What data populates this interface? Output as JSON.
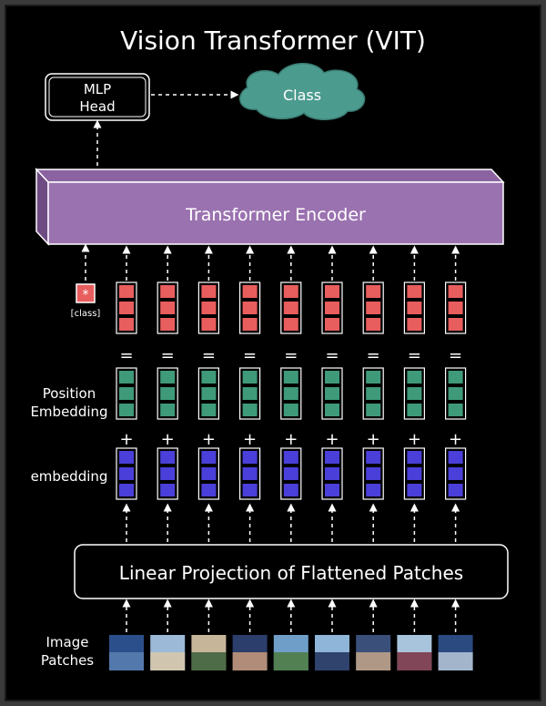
{
  "title": "Vision Transformer (VIT)",
  "mlp_head": {
    "line1": "MLP",
    "line2": "Head"
  },
  "class_cloud": "Class",
  "encoder": "Transformer Encoder",
  "class_token_label": "[class]",
  "class_token_symbol": "*",
  "row_labels": {
    "position_line1": "Position",
    "position_line2": "Embedding",
    "embedding": "embedding",
    "image_line1": "Image",
    "image_line2": "Patches"
  },
  "operators": {
    "equals": "=",
    "plus": "+"
  },
  "projection": "Linear Projection of Flattened Patches",
  "patch_count": 9,
  "colors": {
    "background": "#000000",
    "outer": "#3a3a3a",
    "encoder_fill": "#9b72b0",
    "cloud": "#4c9b8f",
    "output_token": "#e85d5d",
    "position_token": "#3f9a7a",
    "embedding_token": "#4a3fd8",
    "border": "#ffffff"
  }
}
